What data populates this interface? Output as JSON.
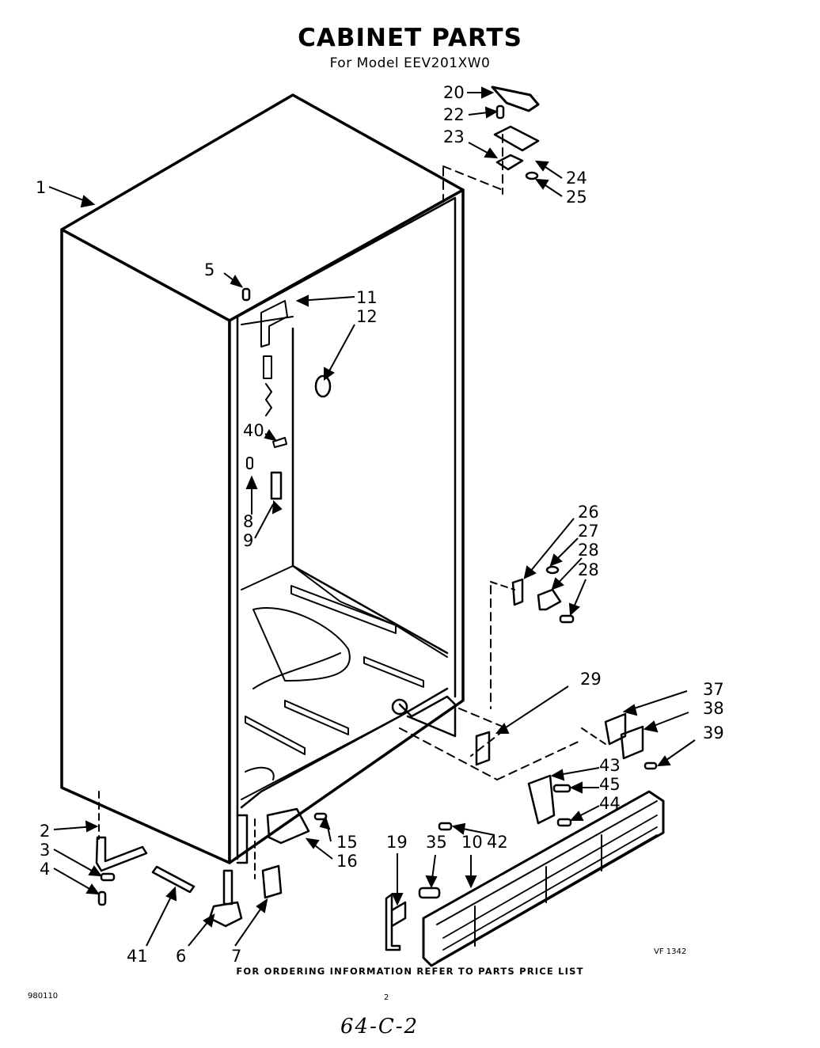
{
  "title": "CABINET PARTS",
  "subtitle": "For Model EEV201XW0",
  "footer": "FOR ORDERING INFORMATION REFER TO PARTS PRICE LIST",
  "figure_code": "VF 1342",
  "doc_code": "980110",
  "page_number": "2",
  "handwritten_note": "64-C-2",
  "callouts": [
    {
      "id": "c1",
      "text": "1"
    },
    {
      "id": "c2",
      "text": "2"
    },
    {
      "id": "c3",
      "text": "3"
    },
    {
      "id": "c4",
      "text": "4"
    },
    {
      "id": "c5",
      "text": "5"
    },
    {
      "id": "c6",
      "text": "6"
    },
    {
      "id": "c7",
      "text": "7"
    },
    {
      "id": "c8",
      "text": "8"
    },
    {
      "id": "c9",
      "text": "9"
    },
    {
      "id": "c10",
      "text": "10"
    },
    {
      "id": "c11",
      "text": "11"
    },
    {
      "id": "c12",
      "text": "12"
    },
    {
      "id": "c15",
      "text": "15"
    },
    {
      "id": "c16",
      "text": "16"
    },
    {
      "id": "c19",
      "text": "19"
    },
    {
      "id": "c20",
      "text": "20"
    },
    {
      "id": "c22",
      "text": "22"
    },
    {
      "id": "c23",
      "text": "23"
    },
    {
      "id": "c24",
      "text": "24"
    },
    {
      "id": "c25",
      "text": "25"
    },
    {
      "id": "c26",
      "text": "26"
    },
    {
      "id": "c27",
      "text": "27"
    },
    {
      "id": "c28a",
      "text": "28"
    },
    {
      "id": "c28b",
      "text": "28"
    },
    {
      "id": "c29",
      "text": "29"
    },
    {
      "id": "c35",
      "text": "35"
    },
    {
      "id": "c37",
      "text": "37"
    },
    {
      "id": "c38",
      "text": "38"
    },
    {
      "id": "c39",
      "text": "39"
    },
    {
      "id": "c40",
      "text": "40"
    },
    {
      "id": "c41",
      "text": "41"
    },
    {
      "id": "c42",
      "text": "42"
    },
    {
      "id": "c43",
      "text": "43"
    },
    {
      "id": "c44",
      "text": "44"
    },
    {
      "id": "c45",
      "text": "45"
    }
  ]
}
